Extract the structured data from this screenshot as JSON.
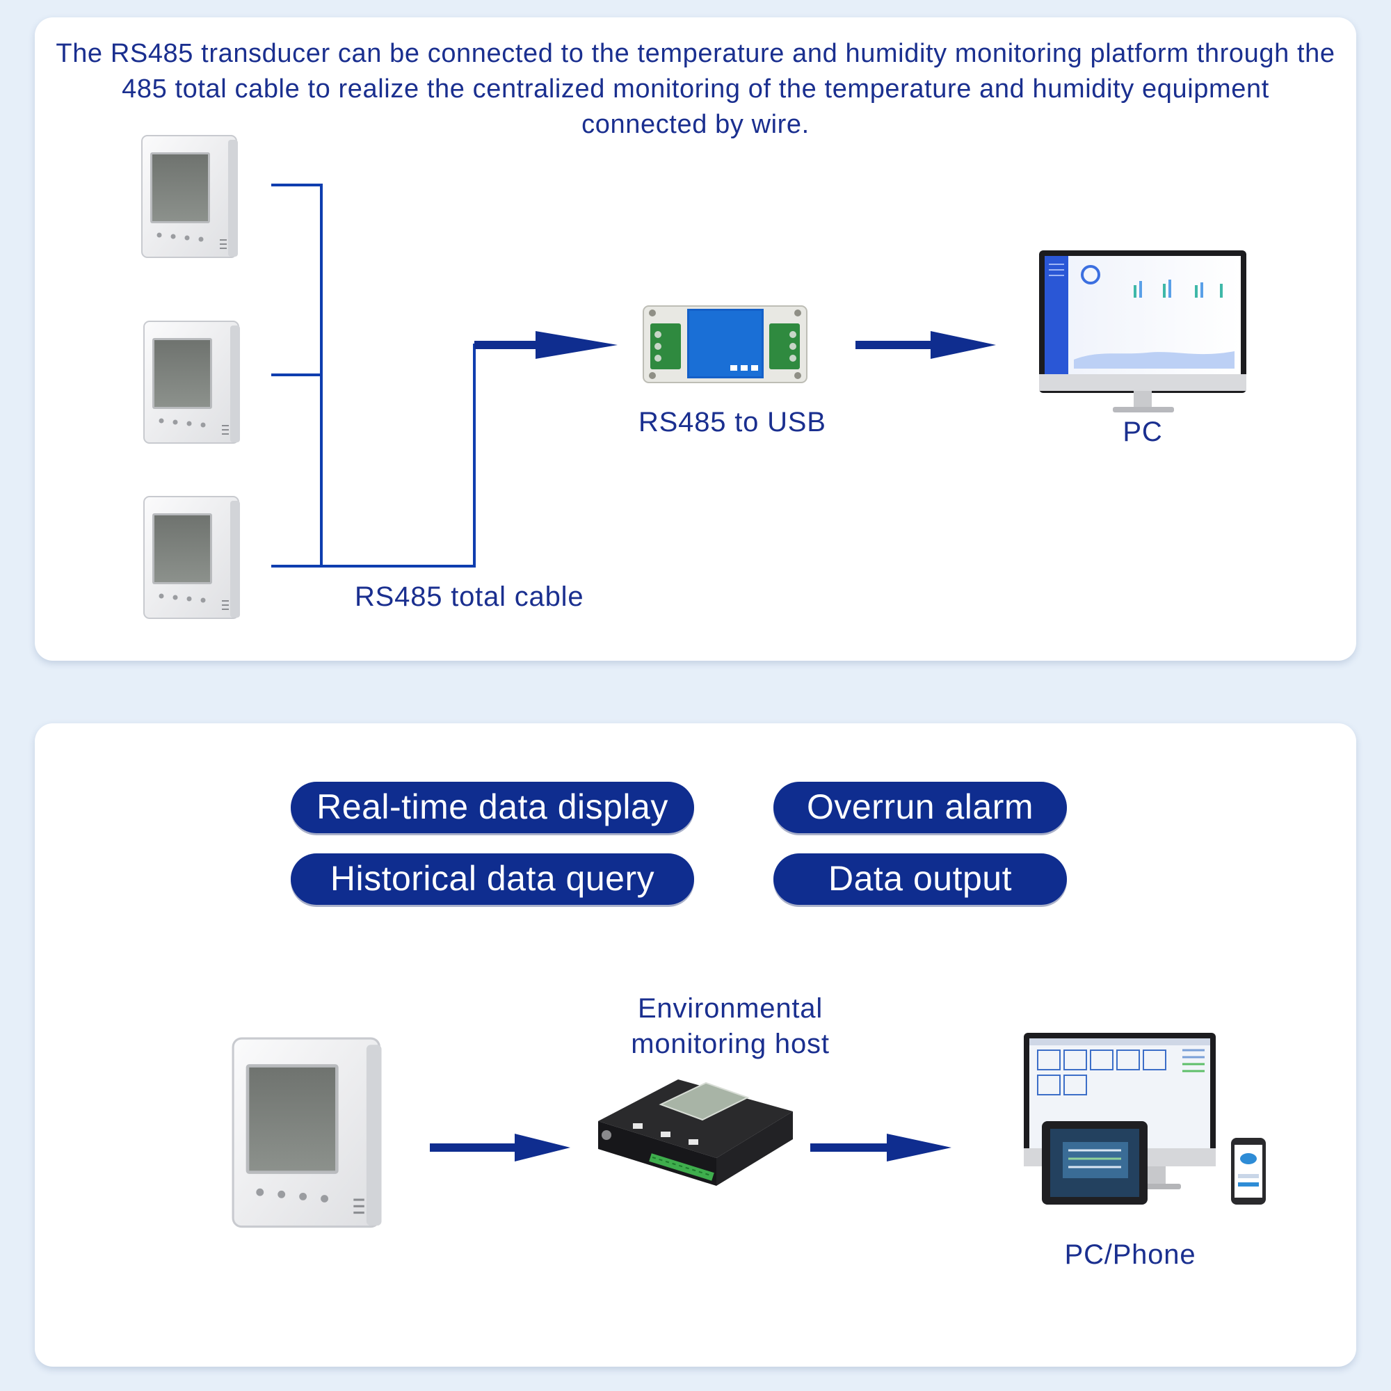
{
  "top_panel": {
    "intro": "The RS485 transducer can be connected to the temperature and humidity monitoring platform through the 485 total cable to realize the centralized monitoring of the temperature and humidity equipment connected by wire.",
    "cable_label": "RS485 total cable",
    "converter_label": "RS485 to USB",
    "pc_label": "PC"
  },
  "bottom_panel": {
    "features": [
      "Real-time data display",
      "Overrun alarm",
      "Historical data query",
      "Data output"
    ],
    "host_label_line1": "Environmental",
    "host_label_line2": "monitoring host",
    "devices_label": "PC/Phone"
  },
  "colors": {
    "line_blue": "#0f2d8f",
    "pill_blue": "#0f2d8f",
    "text_blue": "#1a2f8f",
    "background": "#e6eff9"
  },
  "icons": [
    "sensor-device-icon",
    "rs485-usb-converter-icon",
    "monitor-icon",
    "monitoring-host-icon",
    "devices-icon",
    "arrow-icon"
  ]
}
